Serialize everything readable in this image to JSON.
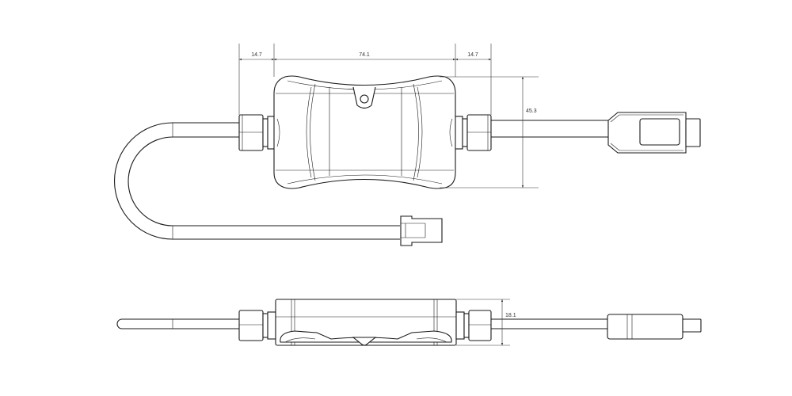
{
  "drawing": {
    "top_view": {
      "dimensions": {
        "left_gland_width": "14.7",
        "body_length": "74.1",
        "right_gland_width": "14.7",
        "body_height": "45.3"
      }
    },
    "side_view": {
      "dimensions": {
        "body_thickness": "18.1"
      }
    },
    "colors": {
      "line": "#1a1a1a",
      "background": "#ffffff"
    }
  }
}
